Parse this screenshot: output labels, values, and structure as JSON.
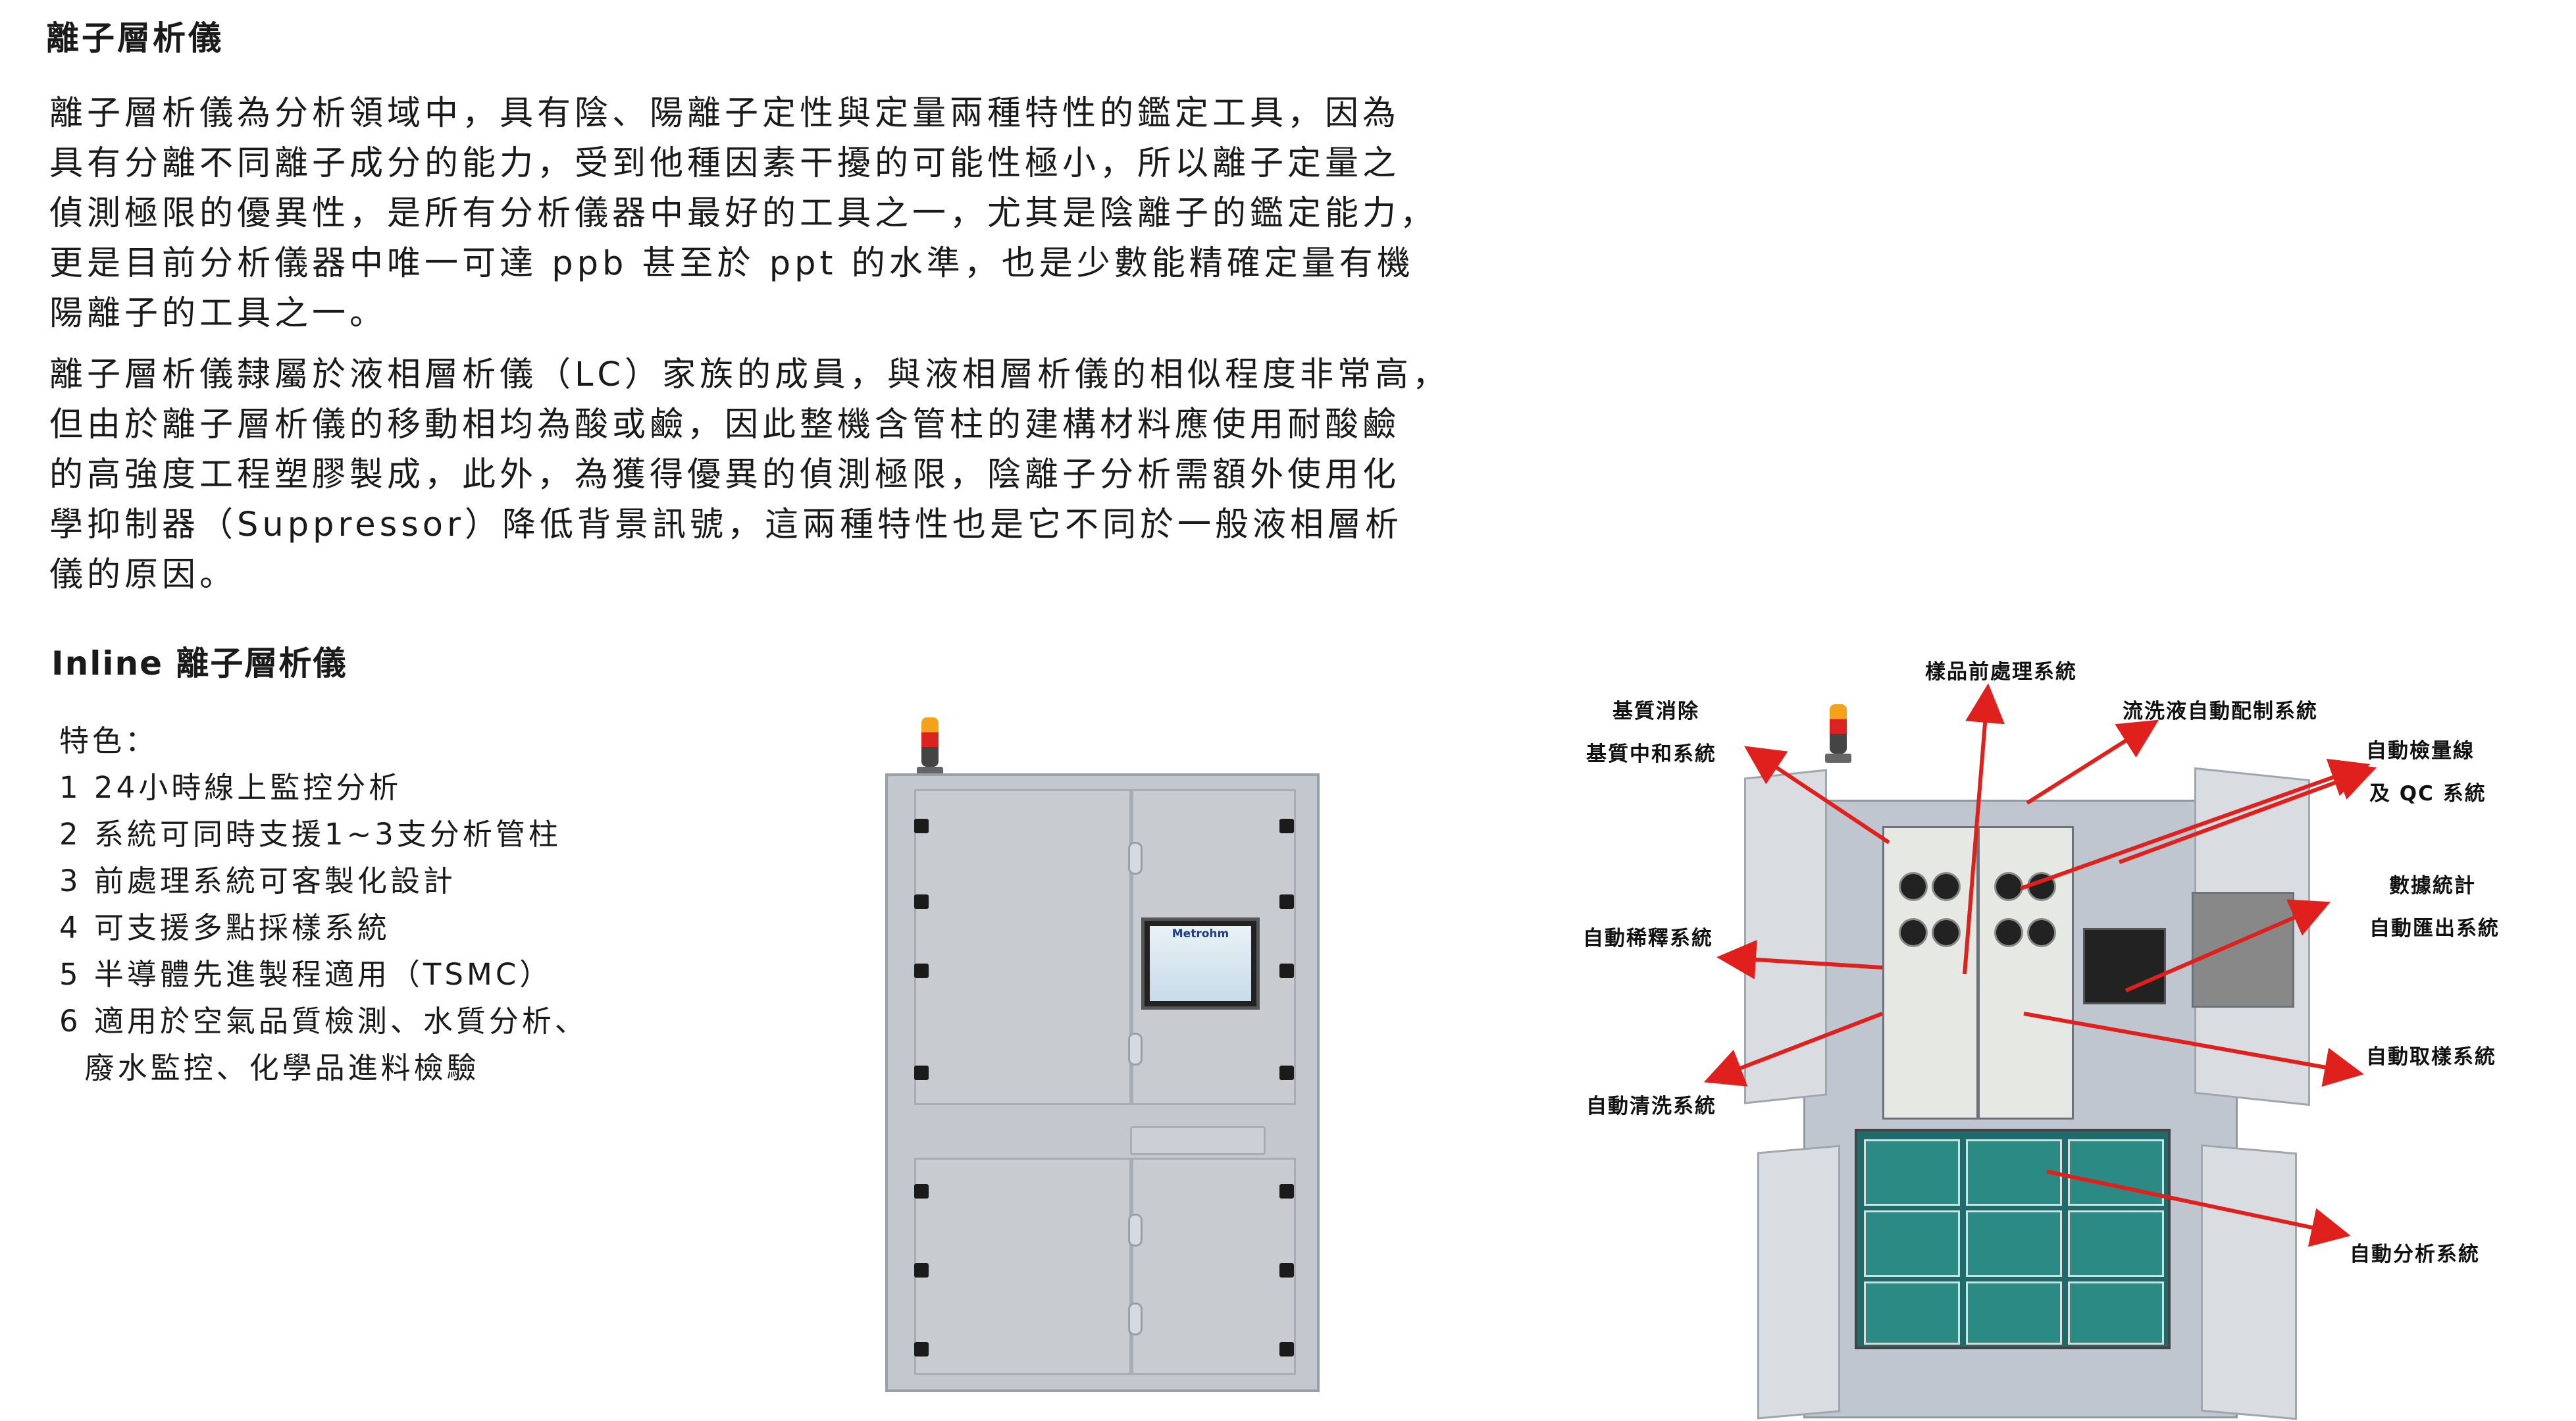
{
  "page": {
    "title": "離子層析儀",
    "paragraphs": [
      [
        "離子層析儀為分析領域中，具有陰、陽離子定性與定量兩種特性的鑑定工具，因為",
        "具有分離不同離子成分的能力，受到他種因素干擾的可能性極小，所以離子定量之",
        "偵測極限的優異性，是所有分析儀器中最好的工具之一，尤其是陰離子的鑑定能力，",
        "更是目前分析儀器中唯一可達 ppb 甚至於 ppt 的水準，也是少數能精確定量有機",
        "陽離子的工具之一。"
      ],
      [
        "離子層析儀隸屬於液相層析儀（LC）家族的成員，與液相層析儀的相似程度非常高，",
        "但由於離子層析儀的移動相均為酸或鹼，因此整機含管柱的建構材料應使用耐酸鹼",
        "的高強度工程塑膠製成，此外，為獲得優異的偵測極限，陰離子分析需額外使用化",
        "學抑制器（Suppressor）降低背景訊號，這兩種特性也是它不同於一般液相層析",
        "儀的原因。"
      ]
    ],
    "section_title": "Inline 離子層析儀",
    "features": [
      "特色：",
      "1 24小時線上監控分析",
      "2 系統可同時支援1~3支分析管柱",
      "3 前處理系統可客製化設計",
      "4 可支援多點採樣系統",
      "5 半導體先進製程適用（TSMC）",
      "6 適用於空氣品質檢測、水質分析、",
      "  廢水監控、化學品進料檢驗"
    ]
  },
  "cabinet_photo": {
    "screen_brand": "Metrohm"
  },
  "diagram_labels": {
    "sample_pretreat": "樣品前處理系統",
    "matrix_remove": "基質消除",
    "matrix_neutral": "基質中和系統",
    "eluent_prep": "流洗液自動配制系統",
    "calib_qc_1": "自動檢量線",
    "calib_qc_2": "及 QC 系統",
    "stats_1": "數據統計",
    "stats_2": "自動匯出系統",
    "dilution": "自動稀釋系統",
    "cleaning": "自動清洗系統",
    "sampling": "自動取樣系統",
    "analysis": "自動分析系統"
  },
  "colors": {
    "arrow": "#e0201c",
    "cabinet": "#c3c8ce"
  }
}
